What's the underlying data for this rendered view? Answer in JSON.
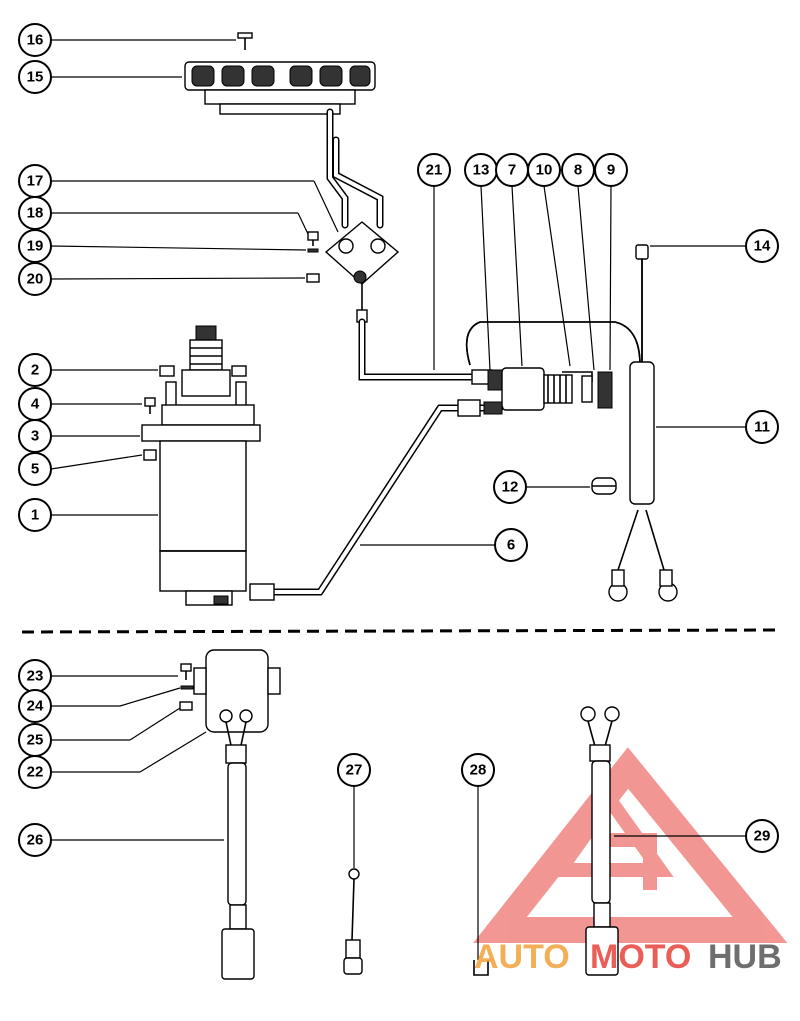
{
  "callouts": [
    {
      "id": "16",
      "label": "16"
    },
    {
      "id": "15",
      "label": "15"
    },
    {
      "id": "17",
      "label": "17"
    },
    {
      "id": "18",
      "label": "18"
    },
    {
      "id": "19",
      "label": "19"
    },
    {
      "id": "20",
      "label": "20"
    },
    {
      "id": "21",
      "label": "21"
    },
    {
      "id": "13",
      "label": "13"
    },
    {
      "id": "7",
      "label": "7"
    },
    {
      "id": "10",
      "label": "10"
    },
    {
      "id": "8",
      "label": "8"
    },
    {
      "id": "9",
      "label": "9"
    },
    {
      "id": "14",
      "label": "14"
    },
    {
      "id": "2",
      "label": "2"
    },
    {
      "id": "4",
      "label": "4"
    },
    {
      "id": "3",
      "label": "3"
    },
    {
      "id": "5",
      "label": "5"
    },
    {
      "id": "1",
      "label": "1"
    },
    {
      "id": "11",
      "label": "11"
    },
    {
      "id": "12",
      "label": "12"
    },
    {
      "id": "6",
      "label": "6"
    },
    {
      "id": "23",
      "label": "23"
    },
    {
      "id": "24",
      "label": "24"
    },
    {
      "id": "25",
      "label": "25"
    },
    {
      "id": "22",
      "label": "22"
    },
    {
      "id": "27",
      "label": "27"
    },
    {
      "id": "28",
      "label": "28"
    },
    {
      "id": "26",
      "label": "26"
    },
    {
      "id": "29",
      "label": "29"
    }
  ],
  "watermark": {
    "word_a": "AUTO",
    "word_b": "MOTO",
    "word_c": "HUB",
    "color_primary": "#e8423c",
    "color_secondary": "#f2a23a",
    "color_dark": "#555555"
  },
  "colors": {
    "line": "#000000",
    "background": "#ffffff"
  }
}
